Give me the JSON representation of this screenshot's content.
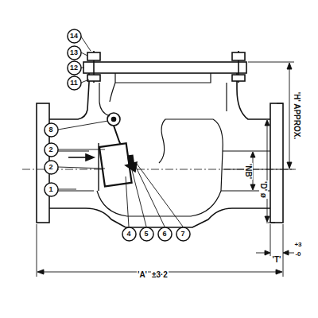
{
  "diagram": {
    "nodes": [
      {
        "text": [
          "14"
        ]
      },
      {
        "text": [
          "13"
        ]
      },
      {
        "text": [
          "12"
        ]
      },
      {
        "text": [
          "11"
        ]
      },
      {
        "text": [
          "8"
        ]
      },
      {
        "text": [
          "2"
        ]
      },
      {
        "text": [
          "2"
        ]
      },
      {
        "text": [
          "1"
        ]
      },
      {
        "text": [
          "4"
        ]
      },
      {
        "text": [
          "5"
        ]
      },
      {
        "text": [
          "6"
        ]
      },
      {
        "text": [
          "7"
        ]
      }
    ],
    "edges": [],
    "labels": [
      "'H' APPROX.",
      "'NB'",
      "'D' ø",
      "'T'",
      "+3",
      "-0",
      "'A'",
      "±3·2"
    ]
  }
}
